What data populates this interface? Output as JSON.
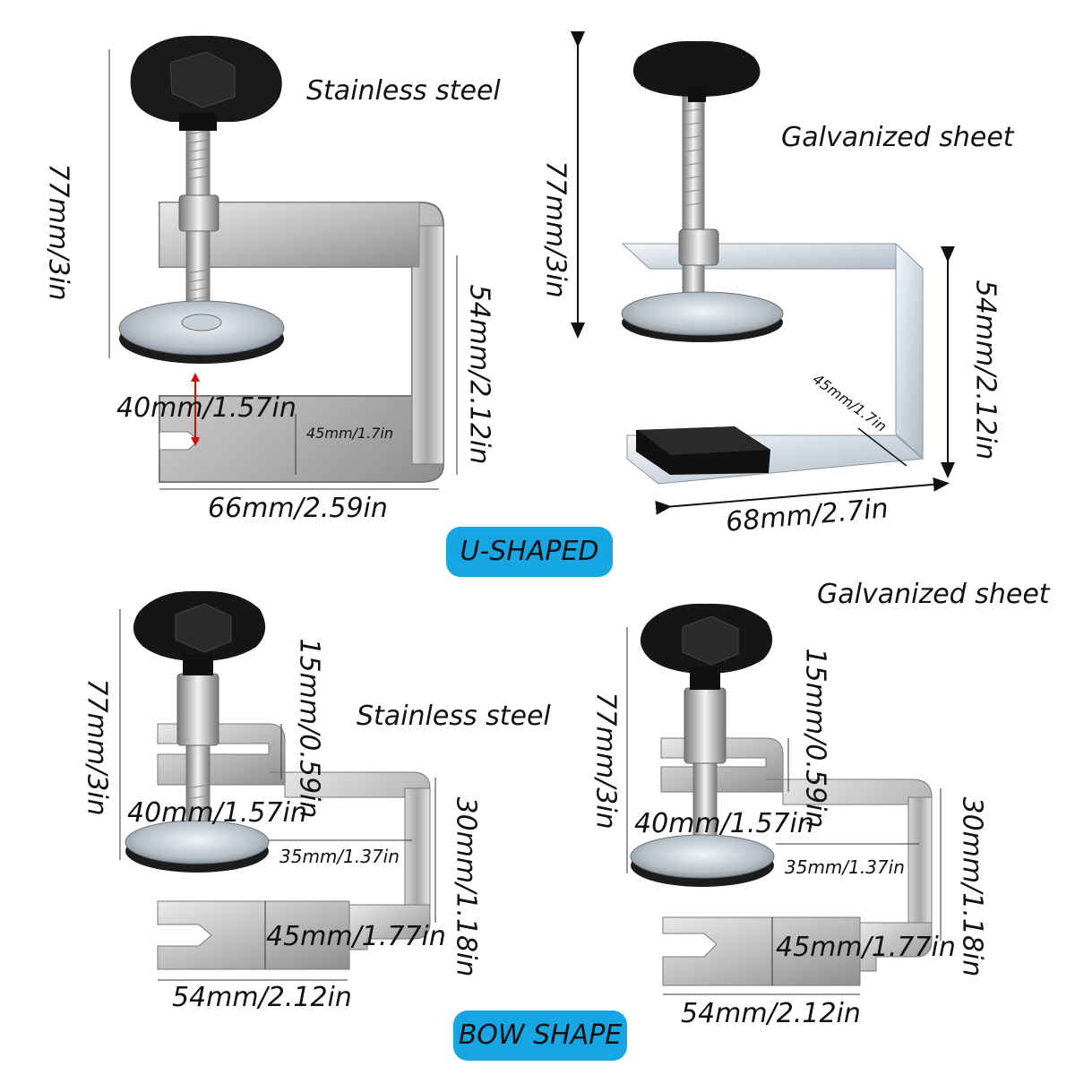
{
  "panel_top_left": {
    "material": "Stainless steel",
    "height_total": "77mm/3in",
    "height_side": "54mm/2.12in",
    "gap": "40mm/1.57in",
    "depth": "45mm/1.7in",
    "width": "66mm/2.59in"
  },
  "panel_top_right": {
    "material": "Galvanized sheet",
    "height_total": "77mm/3in",
    "height_side": "54mm/2.12in",
    "depth": "45mm/1.7in",
    "width": "68mm/2.7in"
  },
  "badge_u": "U-SHAPED",
  "panel_bottom_left": {
    "material": "Stainless steel",
    "height_total": "77mm/3in",
    "step": "15mm/0.59in",
    "gap": "40mm/1.57in",
    "inner": "35mm/1.37in",
    "side": "30mm/1.18in",
    "depth": "45mm/1.77in",
    "width": "54mm/2.12in"
  },
  "panel_bottom_right": {
    "material": "Galvanized sheet",
    "height_total": "77mm/3in",
    "step": "15mm/0.59in",
    "gap": "40mm/1.57in",
    "inner": "35mm/1.37in",
    "side": "30mm/1.18in",
    "depth": "45mm/1.77in",
    "width": "54mm/2.12in"
  },
  "badge_bow": "BOW SHAPE"
}
